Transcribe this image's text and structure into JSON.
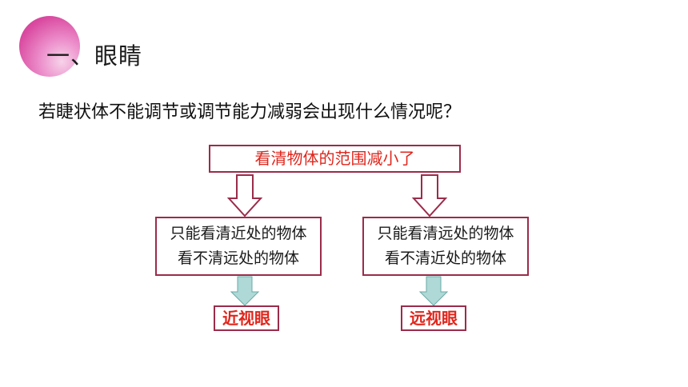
{
  "section": {
    "title": "一、眼睛"
  },
  "question": "若睫状体不能调节或调节能力减弱会出现什么情况呢？",
  "diagram": {
    "top": "看清物体的范围减小了",
    "left": {
      "line1": "只能看清近处的物体",
      "line2": "看不清远处的物体",
      "result": "近视眼"
    },
    "right": {
      "line1": "只能看清远处的物体",
      "line2": "看不清近处的物体",
      "result": "远视眼"
    }
  },
  "colors": {
    "accent_circle": "#d9499f",
    "box_border": "#9b2c4b",
    "highlight_text": "#e0261c",
    "teal_arrow": "#aed9d6"
  }
}
